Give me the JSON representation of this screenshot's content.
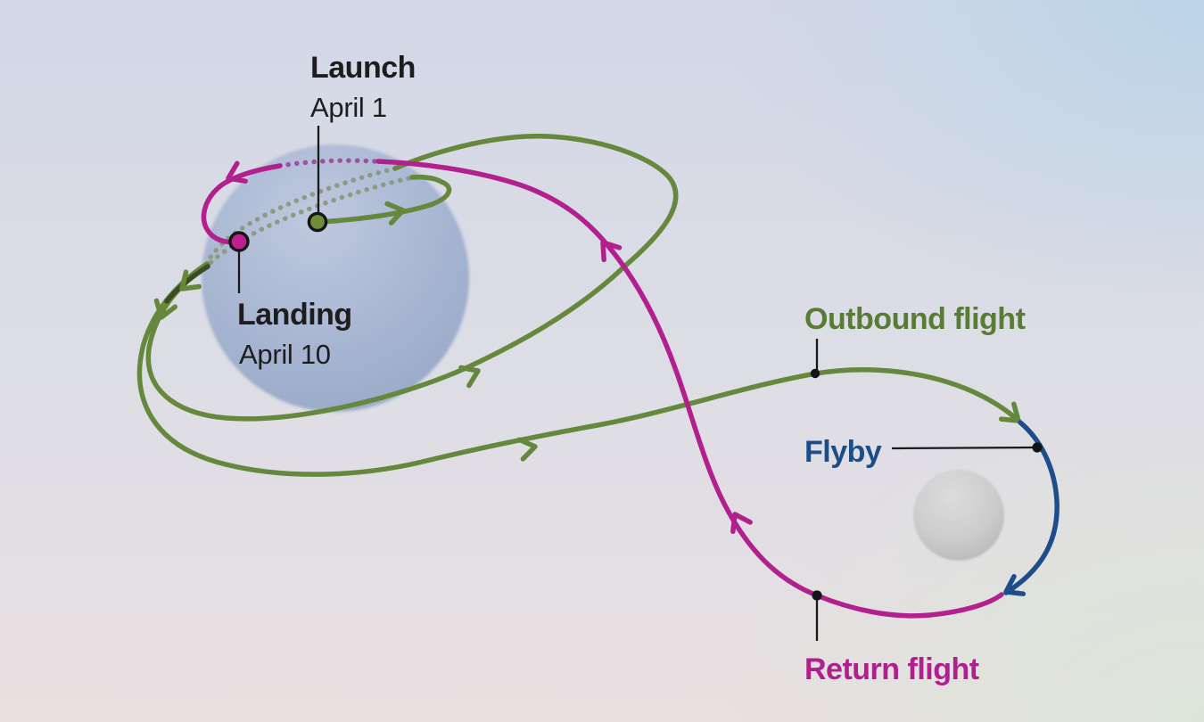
{
  "annotations": {
    "launch": {
      "title": "Launch",
      "date": "April 1"
    },
    "landing": {
      "title": "Landing",
      "date": "April 10"
    },
    "outbound": {
      "label": "Outbound flight"
    },
    "flyby": {
      "label": "Flyby"
    },
    "return": {
      "label": "Return flight"
    }
  },
  "colors": {
    "outbound_green": "#66883C",
    "outbound_label_green": "#587C35",
    "return_magenta": "#B2208E",
    "return_label_magenta": "#B01F8D",
    "flyby_blue": "#1D4E8A",
    "flyby_label_blue": "#1C4D87",
    "dotted_green": "#8C9C80",
    "dotted_magenta": "#9B549B",
    "leader_black": "#1A1A1A",
    "text_black": "#1D1D1F",
    "marker_black": "#151515",
    "launch_dot_green": "#6E8C3A",
    "landing_dot_magenta": "#BE2090",
    "earth_blue": "#A9B7D3",
    "moon_gray": "#CBCCCC",
    "bg_top": "#D3D7E6",
    "bg_bottom": "#E8E0E1"
  }
}
